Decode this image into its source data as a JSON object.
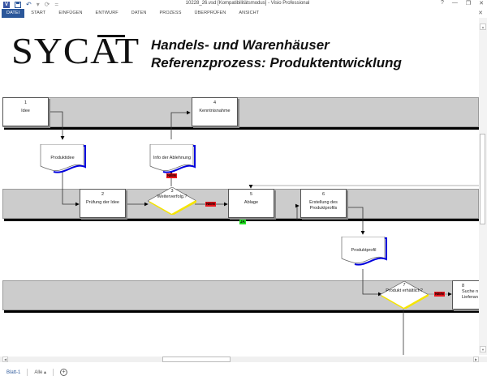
{
  "window": {
    "title": "10228_26.vsd  [Kompatibilitätsmodus] - Visio Professional",
    "controls": {
      "help": "?",
      "minimize": "—",
      "restore": "❐",
      "close": "✕"
    },
    "qat": {
      "app_icon": "V",
      "undo": "↶",
      "undo_dropdown": "▾",
      "redo": "⟳",
      "customize": "="
    }
  },
  "ribbon": {
    "tabs": [
      {
        "label": "DATEI",
        "active": true
      },
      {
        "label": "START"
      },
      {
        "label": "EINFÜGEN"
      },
      {
        "label": "ENTWURF"
      },
      {
        "label": "DATEN"
      },
      {
        "label": "PROZESS"
      },
      {
        "label": "ÜBERPRÜFEN"
      },
      {
        "label": "ANSICHT"
      }
    ],
    "close_doc": "✕"
  },
  "diagram": {
    "logo": "SYCAT",
    "title_line1": "Handels- und Warenhäuser",
    "title_line2": "Referenzprozess: Produktentwicklung",
    "processes": [
      {
        "num": "1",
        "label": "Idee"
      },
      {
        "num": "2",
        "label": "Prüfung der Idee"
      },
      {
        "num": "4",
        "label": "Kenntnisnahme"
      },
      {
        "num": "5",
        "label": "Ablage"
      },
      {
        "num": "6",
        "label": "Erstellung des Produktprofils"
      },
      {
        "num": "8",
        "label": "Suche n Lieferan"
      }
    ],
    "documents": [
      {
        "label": "Produktidee"
      },
      {
        "label": "Info der Ablehnung"
      },
      {
        "label": "Produktprofil"
      }
    ],
    "decisions": [
      {
        "num": "3",
        "label": "Weiterverfolg.?"
      },
      {
        "num": "7",
        "label": "Produkt erhältlich?"
      }
    ],
    "tags": {
      "nein": "NEIN",
      "ja": "JA"
    },
    "colors": {
      "lane": "#cccccc",
      "doc_wave": "#0000dd",
      "decision_edge": "#f5e400",
      "nein": "#e8141b",
      "ja": "#22e022",
      "accent": "#2b579a"
    }
  },
  "scrollbars": {
    "up": "▲",
    "down": "▼",
    "left": "◀",
    "right": "▶"
  },
  "sheets": {
    "current": "Blatt-1",
    "all": "Alle ▴",
    "add": "+"
  }
}
